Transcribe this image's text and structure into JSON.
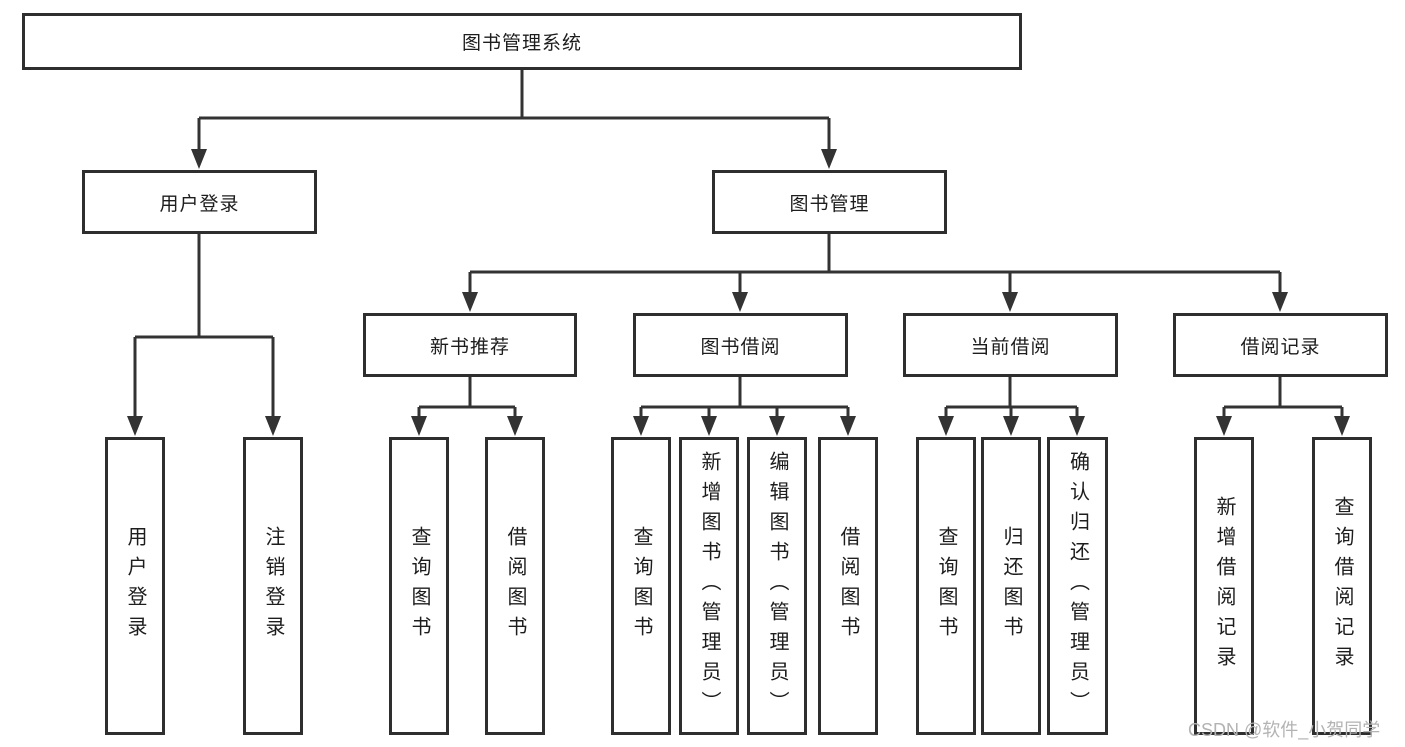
{
  "diagram": {
    "watermark": "CSDN @软件_小贺同学",
    "colors": {
      "line": "#333333",
      "box_border": "#2e2e2e",
      "text": "#1d1d1d",
      "watermark": "#b3b3b3",
      "background": "#ffffff"
    },
    "tree": {
      "label": "图书管理系统",
      "children": [
        {
          "label": "用户登录",
          "children": [
            {
              "label": "用户登录"
            },
            {
              "label": "注销登录"
            }
          ]
        },
        {
          "label": "图书管理",
          "children": [
            {
              "label": "新书推荐",
              "children": [
                {
                  "label": "查询图书"
                },
                {
                  "label": "借阅图书"
                }
              ]
            },
            {
              "label": "图书借阅",
              "children": [
                {
                  "label": "查询图书"
                },
                {
                  "label": "新增图书（管理员）"
                },
                {
                  "label": "编辑图书（管理员）"
                },
                {
                  "label": "借阅图书"
                }
              ]
            },
            {
              "label": "当前借阅",
              "children": [
                {
                  "label": "查询图书"
                },
                {
                  "label": "归还图书"
                },
                {
                  "label": "确认归还（管理员）"
                }
              ]
            },
            {
              "label": "借阅记录",
              "children": [
                {
                  "label": "新增借阅记录"
                },
                {
                  "label": "查询借阅记录"
                }
              ]
            }
          ]
        }
      ]
    }
  }
}
